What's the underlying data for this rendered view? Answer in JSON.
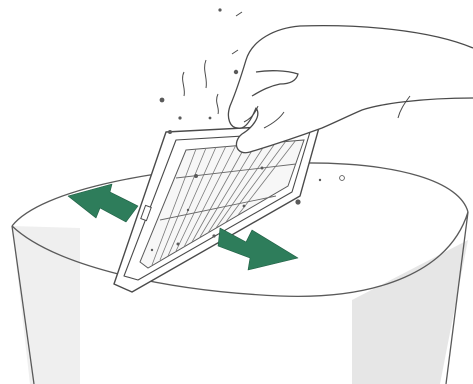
{
  "illustration": {
    "subject": "instruction-illustration",
    "colors": {
      "background": "#ffffff",
      "line": "#4a4a4a",
      "bin_shade": "#e4e4e4",
      "bin_shade_light": "#efefef",
      "arrow": "#2e7d5b",
      "dust": "#5a5a5a"
    },
    "icons": [
      "hand",
      "filter-frame",
      "trash-bin",
      "arrow-left",
      "arrow-right",
      "dust-particles"
    ]
  }
}
